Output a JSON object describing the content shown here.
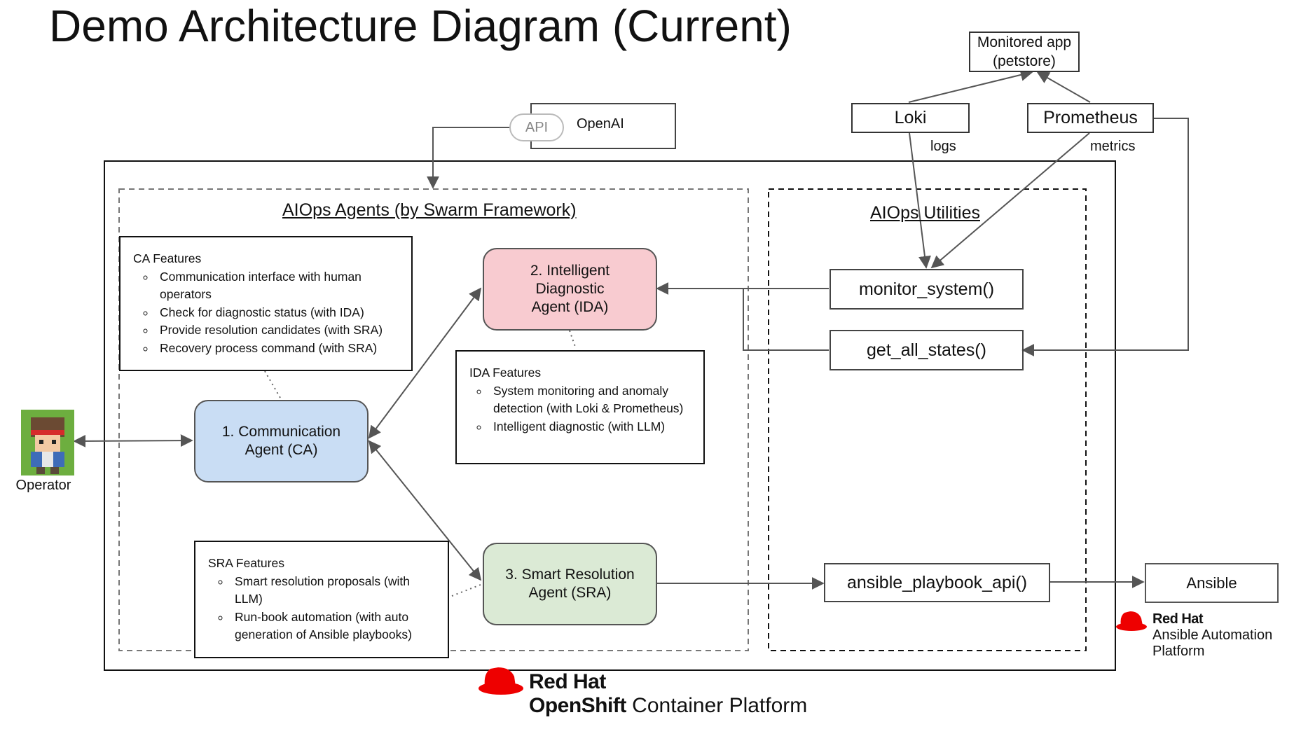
{
  "title": "Demo Architecture Diagram (Current)",
  "external": {
    "monitored_app": "Monitored app\n(petstore)",
    "loki": "Loki",
    "prometheus": "Prometheus",
    "logs_label": "logs",
    "metrics_label": "metrics",
    "api_pill": "API",
    "openai": "OpenAI",
    "ansible": "Ansible",
    "operator": "Operator"
  },
  "groups": {
    "agents": "AIOps Agents (by Swarm Framework)",
    "utilities": "AIOps Utilities"
  },
  "agents": {
    "ca": "1. Communication\nAgent (CA)",
    "ida": "2. Intelligent\nDiagnostic\nAgent (IDA)",
    "sra": "3. Smart Resolution\nAgent (SRA)"
  },
  "features": {
    "ca": {
      "title": "CA Features",
      "items": [
        "Communication interface with human operators",
        "Check for diagnostic status (with IDA)",
        "Provide resolution candidates (with SRA)",
        "Recovery process command (with SRA)"
      ]
    },
    "ida": {
      "title": "IDA Features",
      "items": [
        "System monitoring and anomaly detection (with Loki & Prometheus)",
        "Intelligent diagnostic (with LLM)"
      ]
    },
    "sra": {
      "title": "SRA Features",
      "items": [
        "Smart resolution proposals (with LLM)",
        "Run-book automation (with auto generation of Ansible playbooks)"
      ]
    }
  },
  "utilities": {
    "monitor_system": "monitor_system()",
    "get_all_states": "get_all_states()",
    "ansible_playbook_api": "ansible_playbook_api()"
  },
  "brand_openshift": {
    "line1": "Red Hat",
    "line2_bold": "OpenShift",
    "line2_rest": " Container Platform"
  },
  "brand_ansible": {
    "line1": "Red Hat",
    "line2": "Ansible Automation",
    "line3": "Platform"
  },
  "colors": {
    "ca_fill": "#c9ddf4",
    "ida_fill": "#f8cbd0",
    "sra_fill": "#dbead5",
    "redhat_red": "#ee0000",
    "arrow": "#555555"
  }
}
